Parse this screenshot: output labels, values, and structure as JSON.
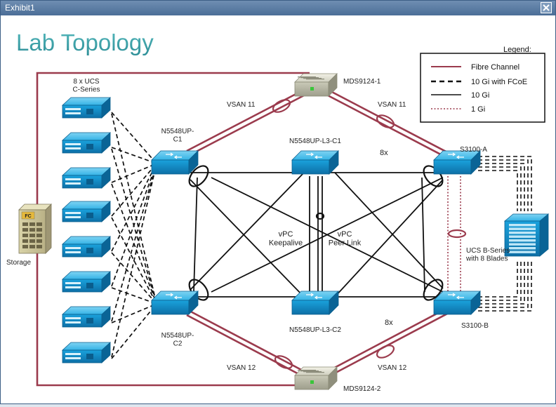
{
  "window": {
    "title": "Exhibit1"
  },
  "diagram": {
    "title": "Lab Topology",
    "legend": {
      "heading": "Legend:",
      "items": [
        {
          "label": "Fibre Channel",
          "style": "fc"
        },
        {
          "label": "10 Gi with FCoE",
          "style": "fcoe"
        },
        {
          "label": "10 Gi",
          "style": "tengig"
        },
        {
          "label": "1 Gi",
          "style": "onegig"
        }
      ]
    },
    "nodes": {
      "ucs_c_series": "8 x UCS\nC-Series",
      "storage": "Storage",
      "storage_tag": "FC",
      "n5548up_c1": "N5548UP-\nC1",
      "n5548up_c2": "N5548UP-\nC2",
      "n5548up_l3_c1": "N5548UP-L3-C1",
      "n5548up_l3_c2": "N5548UP-L3-C2",
      "mds_1": "MDS9124-1",
      "mds_2": "MDS9124-2",
      "s3100_a": "S3100-A",
      "s3100_b": "S3100-B",
      "ucs_b_series": "UCS B-Series\nwith 8 Blades"
    },
    "link_labels": {
      "vsan11_left": "VSAN 11",
      "vsan11_right": "VSAN 11",
      "vsan12_left": "VSAN 12",
      "vsan12_right": "VSAN 12",
      "eightx_top": "8x",
      "eightx_bottom": "8x",
      "vpc_keepalive": "vPC\nKeepalive",
      "vpc_peer_link": "vPC\nPeer Link"
    },
    "colors": {
      "fibre_channel": "#9b3b4d",
      "switch_blue": "#1aa6df",
      "title_teal": "#3a9fa6"
    }
  }
}
